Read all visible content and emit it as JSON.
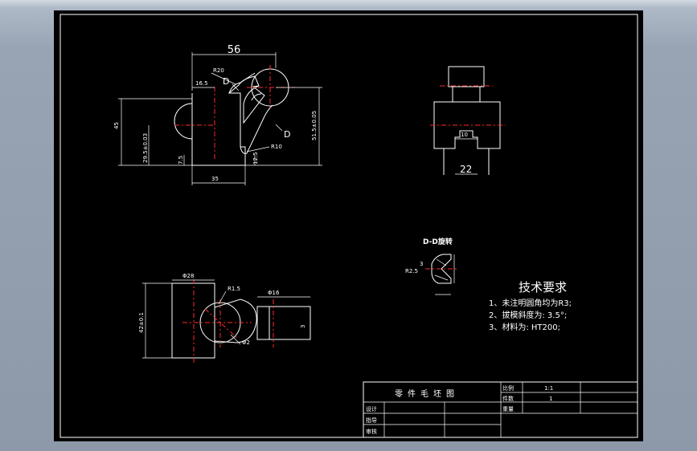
{
  "top_view": {
    "dim_overall": "56",
    "dim_r20": "R20",
    "dim_16_5": "16.5",
    "section_d_upper": "D",
    "section_d_lower": "D",
    "dim_height_left": "45",
    "dim_height_inner": "29.5±0.03",
    "dim_7_5": "7.5",
    "dim_r10": "R10",
    "dim_12_5": "12.5",
    "dim_height_right": "51.5±0.05",
    "dim_bottom": "35"
  },
  "side_view": {
    "dim_10": "10",
    "dim_22": "22"
  },
  "front_view": {
    "dim_phi28": "Φ28",
    "dim_r1_5": "R1.5",
    "dim_phi16": "Φ16",
    "dim_height": "42±0.1",
    "dim_small": "3",
    "dim_phi2": "Φ2"
  },
  "section_dd": {
    "title": "D-D旋转",
    "dim_r2_5": "R2.5",
    "dim_3": "3"
  },
  "tech_requirements": {
    "title": "技术要求",
    "item1": "1、未注明圆角均为R3;",
    "item2": "2、拔模斜度为: 3.5°;",
    "item3": "3、材料为: HT200;"
  },
  "title_block": {
    "drawing_name": "零件毛坯图",
    "scale_label": "比例",
    "scale_value": "1:1",
    "count_label": "件数",
    "count_value": "1",
    "weight_label": "重量",
    "designer_label": "设计",
    "instructor_label": "指导",
    "reviewer_label": "审核"
  }
}
